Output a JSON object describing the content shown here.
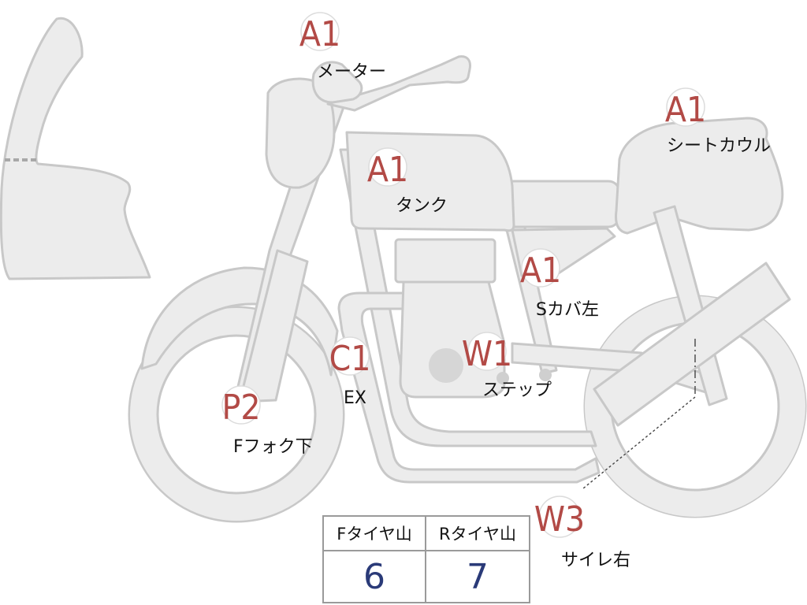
{
  "parts": {
    "meter": {
      "grade": "A1",
      "label": "メーター"
    },
    "seat_cowl": {
      "grade": "A1",
      "label": "シートカウル"
    },
    "tank": {
      "grade": "A1",
      "label": "タンク"
    },
    "side_cover_left": {
      "grade": "A1",
      "label": "Sカバ左"
    },
    "exhaust": {
      "grade": "C1",
      "label": "EX"
    },
    "step": {
      "grade": "W1",
      "label": "ステップ"
    },
    "front_fork_lower": {
      "grade": "P2",
      "label": "Fフォク下"
    },
    "silencer_right": {
      "grade": "W3",
      "label": "サイレ右"
    }
  },
  "tire_tread": {
    "headers": [
      "Fタイヤ山",
      "Rタイヤ山"
    ],
    "values": [
      "6",
      "7"
    ]
  },
  "colors": {
    "grade_text": "#b24a46",
    "tread_value": "#2a3a78",
    "part_fill": "#ececec",
    "part_stroke": "#c8c8c8"
  }
}
